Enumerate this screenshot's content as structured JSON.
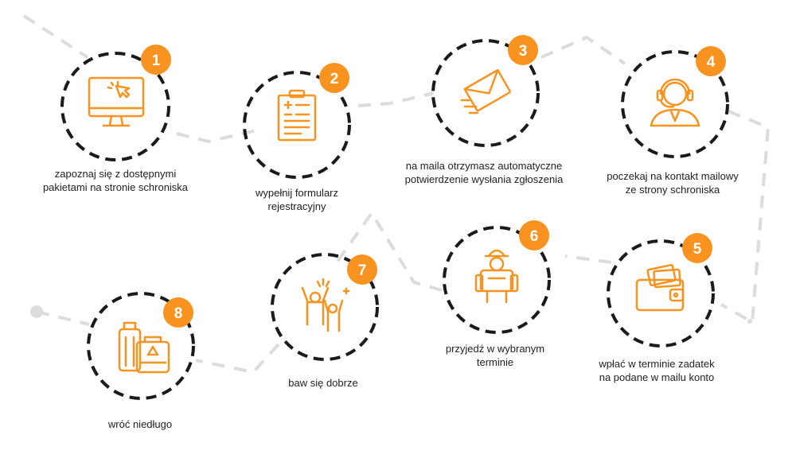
{
  "colors": {
    "accent": "#f7931e",
    "ring": "#1a1a1a",
    "path": "#dcdcdc",
    "text": "#222222"
  },
  "steps": [
    {
      "number": "1",
      "icon": "monitor-cursor-icon",
      "lines": [
        "zapoznaj się z dostępnymi",
        "pakietami na stronie schroniska"
      ]
    },
    {
      "number": "2",
      "icon": "clipboard-form-icon",
      "lines": [
        "wypełnij formularz",
        "rejestracyjny"
      ]
    },
    {
      "number": "3",
      "icon": "envelope-icon",
      "lines": [
        "na maila otrzymasz automatyczne",
        "potwierdzenie wysłania zgłoszenia"
      ]
    },
    {
      "number": "4",
      "icon": "headset-agent-icon",
      "lines": [
        "poczekaj na kontakt mailowy",
        "ze strony schroniska"
      ]
    },
    {
      "number": "5",
      "icon": "wallet-icon",
      "lines": [
        "wpłać w terminie zadatek",
        "na podane w mailu konto"
      ]
    },
    {
      "number": "6",
      "icon": "backpacker-icon",
      "lines": [
        "przyjedź w wybranym",
        "terminie"
      ]
    },
    {
      "number": "7",
      "icon": "celebrating-people-icon",
      "lines": [
        "baw się dobrze"
      ]
    },
    {
      "number": "8",
      "icon": "luggage-icon",
      "lines": [
        "wróć niedługo"
      ]
    }
  ]
}
